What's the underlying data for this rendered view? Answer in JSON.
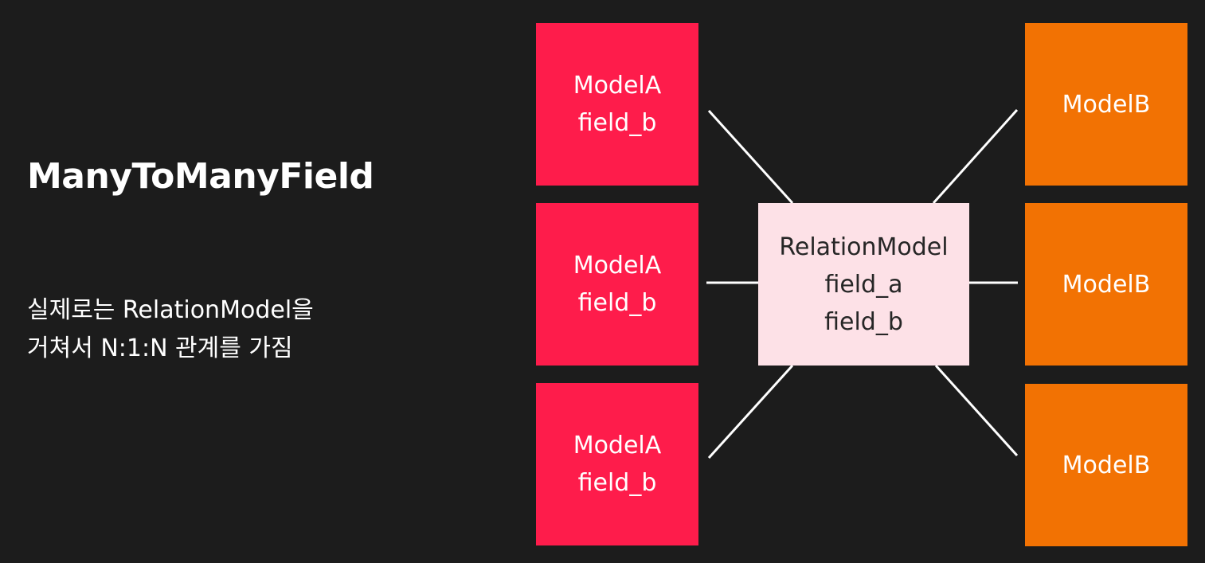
{
  "slide": {
    "title": "ManyToManyField",
    "subtitle_line1": "실제로는 RelationModel을",
    "subtitle_line2": "거쳐서 N:1:N 관계를 가짐"
  },
  "diagram": {
    "model_a": [
      {
        "name": "ModelA",
        "field": "field_b"
      },
      {
        "name": "ModelA",
        "field": "field_b"
      },
      {
        "name": "ModelA",
        "field": "field_b"
      }
    ],
    "relation": {
      "name": "RelationModel",
      "field1": "field_a",
      "field2": "field_b"
    },
    "model_b": [
      {
        "name": "ModelB"
      },
      {
        "name": "ModelB"
      },
      {
        "name": "ModelB"
      }
    ]
  },
  "colors": {
    "background": "#1c1c1c",
    "model_a": "#fe1c4b",
    "model_b": "#f27203",
    "relation": "#fde1e7",
    "connector": "#ffffff"
  }
}
